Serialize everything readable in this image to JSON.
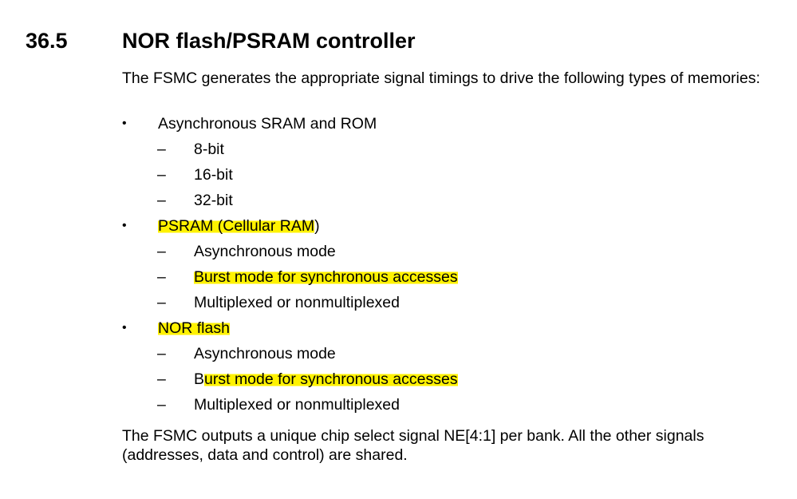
{
  "section": {
    "number": "36.5",
    "title": "NOR flash/PSRAM controller"
  },
  "intro": "The FSMC generates the appropriate signal timings to drive the following types of memories:",
  "bullet_char": "•",
  "dash_char": "–",
  "list": [
    {
      "label": "Asynchronous SRAM and ROM",
      "sub": [
        "8-bit",
        "16-bit",
        "32-bit"
      ]
    },
    {
      "label_highlighted": "PSRAM (Cellular RAM",
      "label_rest": ")",
      "sub": [
        {
          "text": "Asynchronous mode"
        },
        {
          "text_highlighted": "Burst mode for synchronous accesses"
        },
        {
          "text": "Multiplexed or nonmultiplexed"
        }
      ]
    },
    {
      "label": "NOR flash",
      "sub": [
        {
          "text": "Asynchronous mode"
        },
        {
          "text_prefix": "B",
          "text_highlighted": "urst mode for synchronous accesses"
        },
        {
          "text": "Multiplexed or nonmultiplexed"
        }
      ]
    }
  ],
  "outro": "The FSMC outputs a unique chip select signal NE[4:1] per bank. All the other signals (addresses, data and control) are shared.",
  "colors": {
    "highlight": "#fff200",
    "text": "#000000"
  }
}
